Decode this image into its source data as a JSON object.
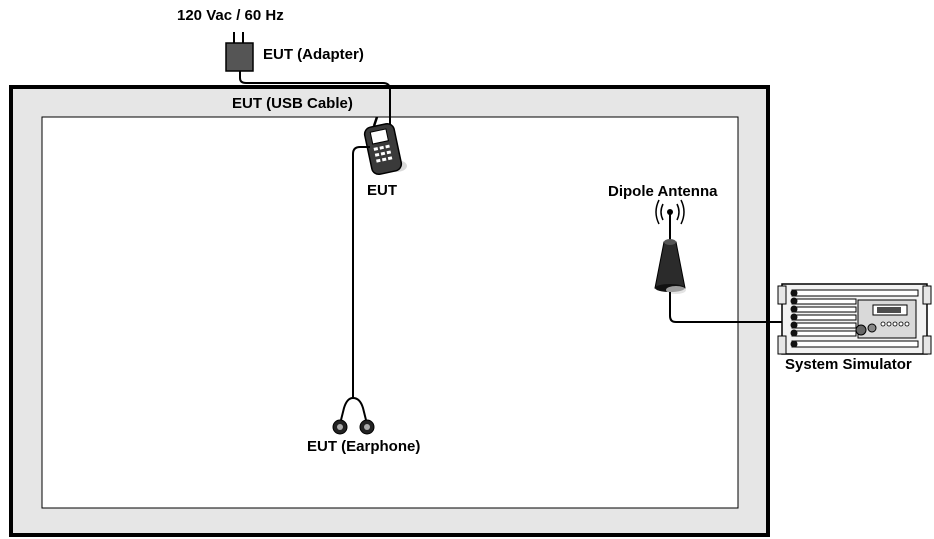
{
  "labels": {
    "power_source": "120 Vac / 60 Hz",
    "adapter": "EUT (Adapter)",
    "usb_cable": "EUT (USB Cable)",
    "eut": "EUT",
    "dipole_antenna": "Dipole Antenna",
    "earphone": "EUT (Earphone)",
    "system_simulator": "System Simulator"
  },
  "colors": {
    "chamber_fill": "#e6e6e6",
    "inner_fill": "#ffffff",
    "border": "#000000",
    "device_dark": "#4d4d4d"
  },
  "icons": {
    "adapter": "power-adapter-icon",
    "phone": "mobile-phone-icon",
    "antenna": "dipole-antenna-icon",
    "earphone": "earphone-icon",
    "simulator": "rack-simulator-icon"
  }
}
